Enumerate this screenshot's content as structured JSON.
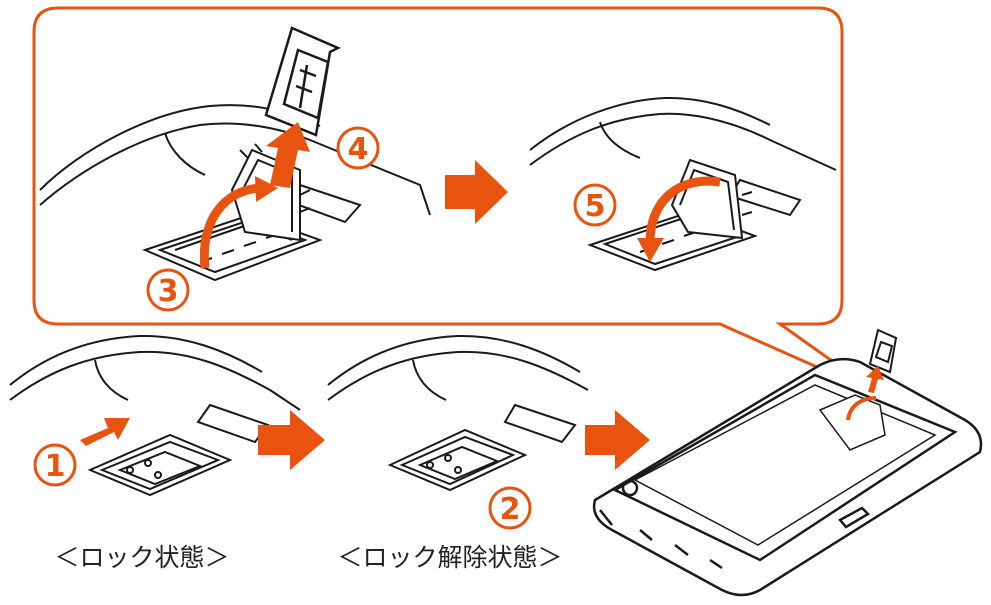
{
  "colors": {
    "accent": "#e8540f",
    "line": "#1a1a1a",
    "fill": "#ffffff",
    "shade": "#e8e8e8"
  },
  "steps": {
    "s1": "1",
    "s2": "2",
    "s3": "3",
    "s4": "4",
    "s5": "5"
  },
  "captions": {
    "lock": "＜ロック状態＞",
    "unlock": "＜ロック解除状態＞"
  },
  "icons": [
    "arrow-right-icon",
    "sim-card-icon",
    "curved-arrow-icon",
    "arrow-up-icon"
  ]
}
